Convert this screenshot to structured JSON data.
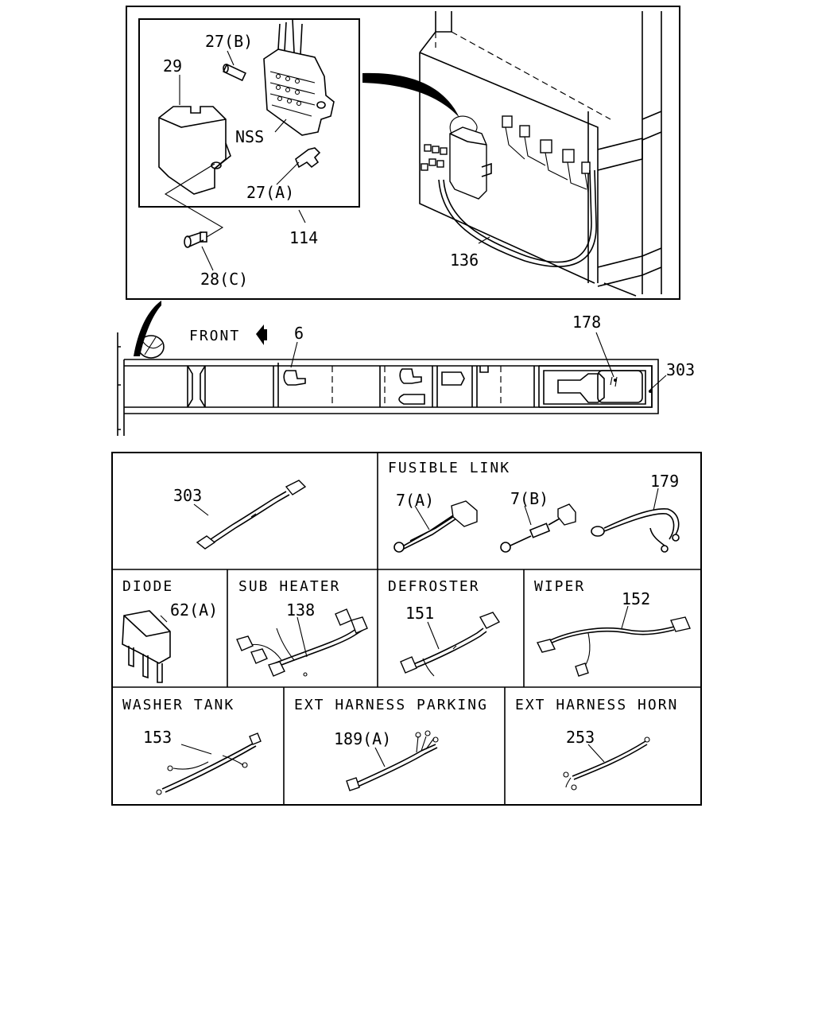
{
  "diagram": {
    "inset_labels": {
      "p27b": "27(B)",
      "p29": "29",
      "nss": "NSS",
      "p27a": "27(A)",
      "p114": "114",
      "p28c": "28(C)",
      "p136": "136"
    },
    "frame_labels": {
      "front": "FRONT",
      "p6": "6",
      "p178": "178",
      "p303": "303"
    },
    "panels": {
      "harness303": {
        "part": "303"
      },
      "fusible_link": {
        "header": "FUSIBLE LINK",
        "p7a": "7(A)",
        "p7b": "7(B)",
        "p179": "179"
      },
      "diode": {
        "header": "DIODE",
        "part": "62(A)"
      },
      "sub_heater": {
        "header": "SUB HEATER",
        "part": "138"
      },
      "defroster": {
        "header": "DEFROSTER",
        "part": "151"
      },
      "wiper": {
        "header": "WIPER",
        "part": "152"
      },
      "washer_tank": {
        "header": "WASHER TANK",
        "part": "153"
      },
      "ext_parking": {
        "header": "EXT HARNESS PARKING",
        "part": "189(A)"
      },
      "ext_horn": {
        "header": "EXT HARNESS HORN",
        "part": "253"
      }
    }
  }
}
